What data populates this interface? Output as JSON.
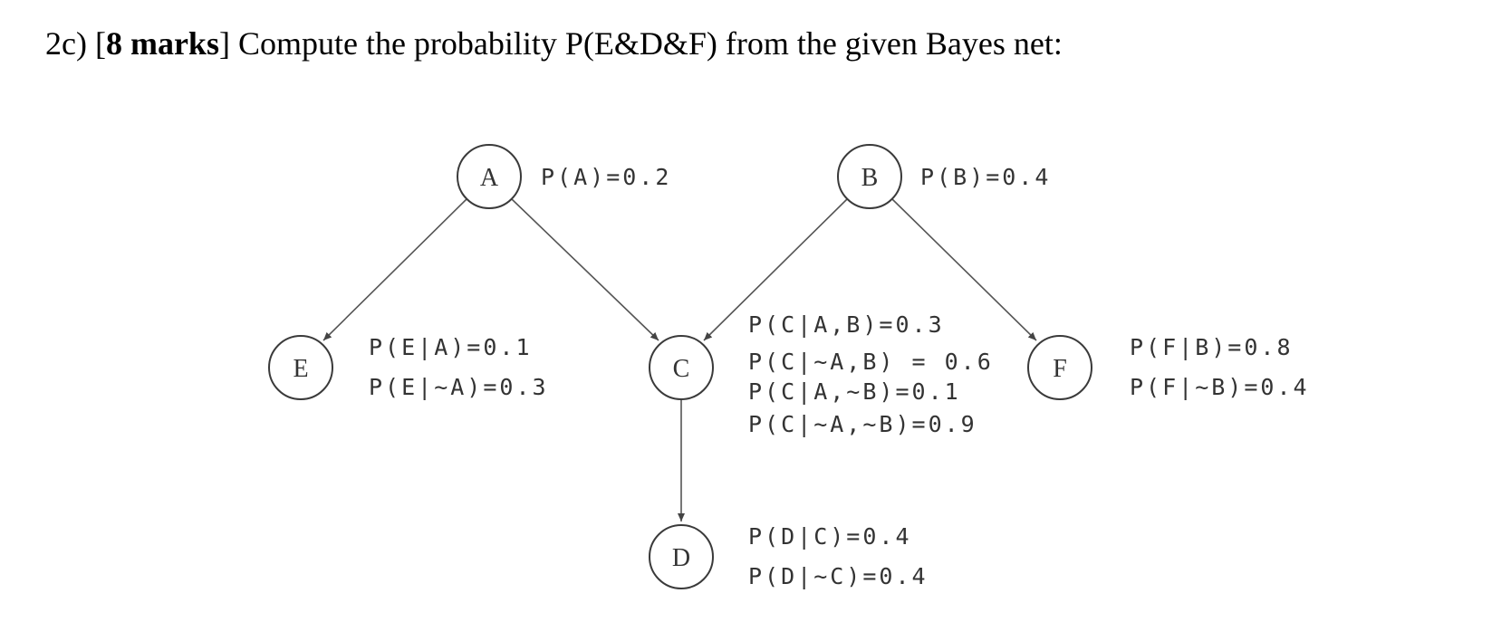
{
  "question": {
    "prefix": "2c) [",
    "marks": "8 marks",
    "suffix": "] Compute the probability P(E&D&F) from the given Bayes net:"
  },
  "nodes": {
    "A": "A",
    "B": "B",
    "C": "C",
    "D": "D",
    "E": "E",
    "F": "F"
  },
  "edges": [
    {
      "from": "A",
      "to": "E"
    },
    {
      "from": "A",
      "to": "C"
    },
    {
      "from": "B",
      "to": "C"
    },
    {
      "from": "B",
      "to": "F"
    },
    {
      "from": "C",
      "to": "D"
    }
  ],
  "cpt": {
    "A": [
      "P(A)=0.2"
    ],
    "B": [
      "P(B)=0.4"
    ],
    "E": [
      "P(E|A)=0.1",
      "P(E|~A)=0.3"
    ],
    "C": [
      "P(C|A,B)=0.3",
      "P(C|~A,B) = 0.6",
      "P(C|A,~B)=0.1",
      "P(C|~A,~B)=0.9"
    ],
    "F": [
      "P(F|B)=0.8",
      "P(F|~B)=0.4"
    ],
    "D": [
      "P(D|C)=0.4",
      "P(D|~C)=0.4"
    ]
  }
}
